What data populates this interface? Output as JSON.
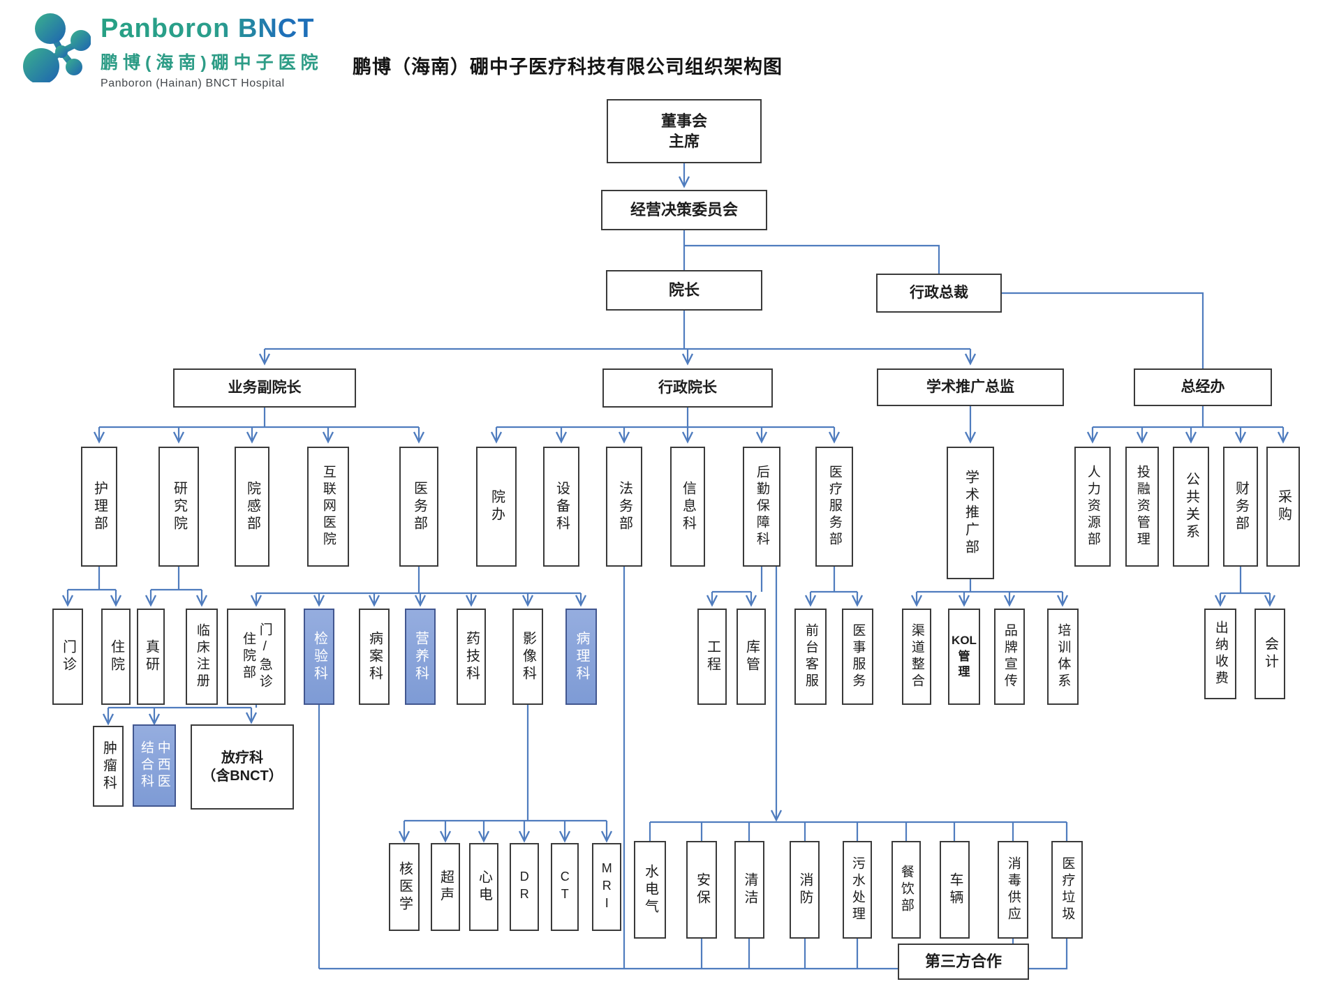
{
  "logo": {
    "brand": "Panboron BNCT",
    "cn": "鹏博(海南)硼中子医院",
    "en": "Panboron (Hainan) BNCT Hospital"
  },
  "title": "鹏博（海南）硼中子医疗科技有限公司组织架构图",
  "colors": {
    "connector": "#4f7cbe",
    "box_border": "#3a3a3a",
    "highlight_fill": "#86a0d8",
    "highlight_text": "#ffffff",
    "brand_teal": "#27a084",
    "brand_blue": "#1e6fb8"
  },
  "org": {
    "nodes": [
      {
        "id": "board",
        "label": "董事会\n主席"
      },
      {
        "id": "committee",
        "label": "经营决策委员会"
      },
      {
        "id": "dean",
        "label": "院长"
      },
      {
        "id": "ceo",
        "label": "行政总裁"
      },
      {
        "id": "vp_business",
        "label": "业务副院长"
      },
      {
        "id": "dean_admin",
        "label": "行政院长"
      },
      {
        "id": "dir_academic",
        "label": "学术推广总监"
      },
      {
        "id": "gm_office",
        "label": "总经办"
      },
      {
        "id": "nursing",
        "label": "护理部"
      },
      {
        "id": "research",
        "label": "研究院"
      },
      {
        "id": "infection",
        "label": "院感部"
      },
      {
        "id": "internet_hospital",
        "label": "互联网医院"
      },
      {
        "id": "medical_affairs",
        "label": "医务部"
      },
      {
        "id": "hospital_office",
        "label": "院办"
      },
      {
        "id": "equipment",
        "label": "设备科"
      },
      {
        "id": "legal",
        "label": "法务部"
      },
      {
        "id": "information",
        "label": "信息科"
      },
      {
        "id": "logistics",
        "label": "后勤保障科"
      },
      {
        "id": "medical_service",
        "label": "医疗服务部"
      },
      {
        "id": "academic_dept",
        "label": "学术推广部"
      },
      {
        "id": "hr",
        "label": "人力资源部"
      },
      {
        "id": "investment",
        "label": "投融资管理"
      },
      {
        "id": "pr",
        "label": "公共关系"
      },
      {
        "id": "finance",
        "label": "财务部"
      },
      {
        "id": "procurement",
        "label": "采购"
      },
      {
        "id": "outpatient",
        "label": "门诊"
      },
      {
        "id": "inpatient",
        "label": "住院"
      },
      {
        "id": "true_research",
        "label": "真研"
      },
      {
        "id": "clinical_reg",
        "label": "临床注册"
      },
      {
        "id": "inpatient_dept",
        "label": "门/急诊\n住院部"
      },
      {
        "id": "lab",
        "label": "检验科",
        "highlight": true
      },
      {
        "id": "records",
        "label": "病案科"
      },
      {
        "id": "nutrition",
        "label": "营养科",
        "highlight": true
      },
      {
        "id": "pharmacy_tech",
        "label": "药技科"
      },
      {
        "id": "imaging",
        "label": "影像科"
      },
      {
        "id": "pathology",
        "label": "病理科",
        "highlight": true
      },
      {
        "id": "engineering",
        "label": "工程"
      },
      {
        "id": "warehouse",
        "label": "库管"
      },
      {
        "id": "front_desk",
        "label": "前台客服"
      },
      {
        "id": "medical_affairs_svc",
        "label": "医事服务"
      },
      {
        "id": "channel",
        "label": "渠道整合"
      },
      {
        "id": "kol",
        "label": "KOL\n管\n理"
      },
      {
        "id": "brand_promo",
        "label": "品牌宣传"
      },
      {
        "id": "training",
        "label": "培训体系"
      },
      {
        "id": "cashier",
        "label": "出纳收费"
      },
      {
        "id": "accounting",
        "label": "会计"
      },
      {
        "id": "oncology",
        "label": "肿瘤科"
      },
      {
        "id": "tcm",
        "label": "中西医\n结合科",
        "highlight": true
      },
      {
        "id": "radiotherapy",
        "label": "放疗科\n（含BNCT）"
      },
      {
        "id": "nuclear",
        "label": "核医学"
      },
      {
        "id": "ultrasound",
        "label": "超声"
      },
      {
        "id": "ecg",
        "label": "心电"
      },
      {
        "id": "dr",
        "label": "DR"
      },
      {
        "id": "ct",
        "label": "CT"
      },
      {
        "id": "mri",
        "label": "MRI"
      },
      {
        "id": "utilities",
        "label": "水电气"
      },
      {
        "id": "security",
        "label": "安保"
      },
      {
        "id": "cleaning",
        "label": "清洁"
      },
      {
        "id": "fire",
        "label": "消防"
      },
      {
        "id": "sewage",
        "label": "污水处理"
      },
      {
        "id": "catering",
        "label": "餐饮部"
      },
      {
        "id": "vehicles",
        "label": "车辆"
      },
      {
        "id": "disinfection",
        "label": "消毒供应"
      },
      {
        "id": "medical_waste",
        "label": "医疗垃圾"
      },
      {
        "id": "third_party",
        "label": "第三方合作"
      }
    ]
  }
}
